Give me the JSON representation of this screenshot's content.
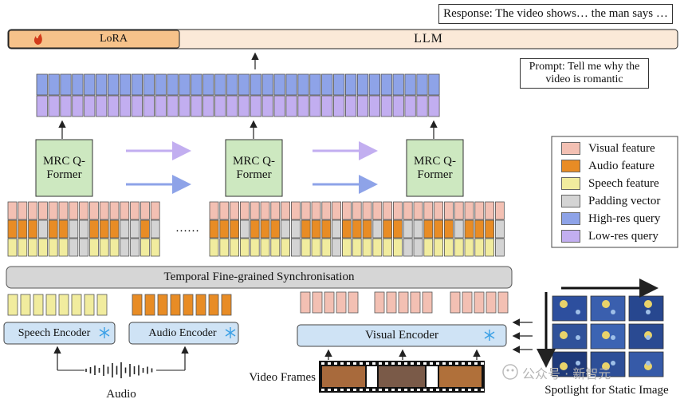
{
  "response_text": "Response: The video shows… the man says …",
  "llm": {
    "lora_label": "LoRA",
    "label": "LLM"
  },
  "prompt_text": "Prompt: Tell me why the video is romantic",
  "qformer_label": "MRC Q-Former",
  "ellipsis": "……",
  "sync_label": "Temporal Fine-grained Synchronisation",
  "encoders": {
    "speech": "Speech Encoder",
    "audio": "Audio Encoder",
    "visual": "Visual Encoder"
  },
  "inputs": {
    "audio": "Audio",
    "video": "Video Frames",
    "spotlight": "Spotlight for Static Image"
  },
  "legend": [
    {
      "label": "Visual feature",
      "color": "#f3c0b3"
    },
    {
      "label": "Audio feature",
      "color": "#e88c25"
    },
    {
      "label": "Speech feature",
      "color": "#f1ec9e"
    },
    {
      "label": "Padding vector",
      "color": "#d4d4d4"
    },
    {
      "label": "High-res query",
      "color": "#8ea3e8"
    },
    {
      "label": "Low-res query",
      "color": "#c2aef0"
    }
  ],
  "watermark": "公众号 · 新智元"
}
